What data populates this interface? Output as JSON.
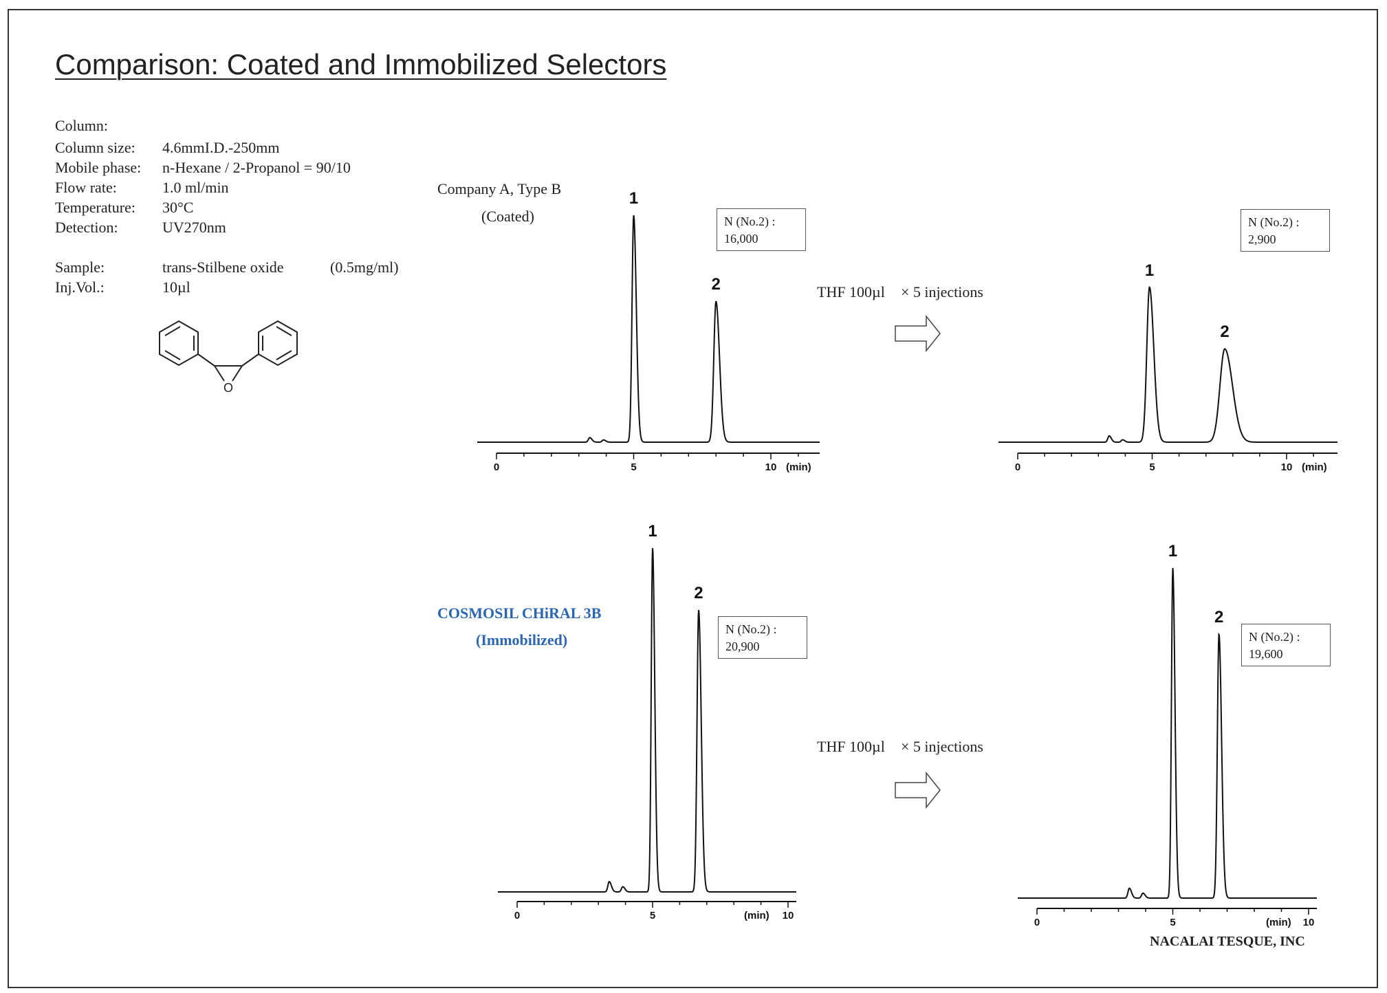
{
  "title": "Comparison: Coated and Immobilized Selectors",
  "conditions": [
    {
      "label": "Column:",
      "value": ""
    },
    {
      "label": "Column size:",
      "value": "4.6mmI.D.-250mm"
    },
    {
      "label": "Mobile phase:",
      "value": "n-Hexane / 2-Propanol  = 90/10"
    },
    {
      "label": "Flow rate:",
      "value": "1.0 ml/min"
    },
    {
      "label": "Temperature:",
      "value": "30°C"
    },
    {
      "label": "Detection:",
      "value": "UV270nm"
    }
  ],
  "sample": {
    "label": "Sample:",
    "value": "trans-Stilbene oxide",
    "conc": "(0.5mg/ml)"
  },
  "injvol": {
    "label": "Inj.Vol.:",
    "value": "10µl"
  },
  "coated": {
    "line1": "Company A,  Type B",
    "line2": "(Coated)"
  },
  "immobilized": {
    "line1": "COSMOSIL CHiRAL 3B",
    "line2": "(Immobilized)",
    "color": "#2a66b3"
  },
  "treatment": {
    "text1": "THF 100µl",
    "text2": "× 5 injections"
  },
  "footer": "NACALAI TESQUE, INC",
  "chart_data": [
    {
      "type": "line",
      "panel": "Company A, Type B (Coated) — before",
      "xlabel": "(min)",
      "xlim": [
        0,
        11.8
      ],
      "x_ticks": [
        0,
        5,
        10
      ],
      "peaks": [
        {
          "label": "1",
          "rt": 5.0,
          "height": 1.0,
          "width": 0.06
        },
        {
          "label": "2",
          "rt": 8.0,
          "height": 0.62,
          "width": 0.08
        }
      ],
      "minor_peaks": [
        {
          "rt": 3.4,
          "height": 0.02
        },
        {
          "rt": 3.9,
          "height": 0.01
        }
      ],
      "plate_number": {
        "label": "N (No.2) :",
        "value": "16,000"
      }
    },
    {
      "type": "line",
      "panel": "Company A, Type B (Coated) — after THF 100µl × 5 injections",
      "xlabel": "(min)",
      "xlim": [
        0,
        11.9
      ],
      "x_ticks": [
        0,
        5,
        10
      ],
      "peaks": [
        {
          "label": "1",
          "rt": 4.9,
          "height": 0.98,
          "width": 0.1
        },
        {
          "label": "2",
          "rt": 7.7,
          "height": 0.59,
          "width": 0.18
        }
      ],
      "minor_peaks": [
        {
          "rt": 3.4,
          "height": 0.04
        },
        {
          "rt": 3.9,
          "height": 0.015
        }
      ],
      "plate_number": {
        "label": "N (No.2) :",
        "value": "2,900"
      }
    },
    {
      "type": "line",
      "panel": "COSMOSIL CHiRAL 3B (Immobilized) — before",
      "xlabel": "(min)",
      "xlim": [
        0,
        10.4
      ],
      "x_ticks": [
        0,
        5,
        10
      ],
      "peaks": [
        {
          "label": "1",
          "rt": 5.0,
          "height": 1.0,
          "width": 0.05
        },
        {
          "label": "2",
          "rt": 6.7,
          "height": 0.82,
          "width": 0.06
        }
      ],
      "minor_peaks": [
        {
          "rt": 3.4,
          "height": 0.03
        },
        {
          "rt": 3.9,
          "height": 0.015
        }
      ],
      "plate_number": {
        "label": "N (No.2) :",
        "value": "20,900"
      }
    },
    {
      "type": "line",
      "panel": "COSMOSIL CHiRAL 3B (Immobilized) — after THF 100µl × 5 injections",
      "xlabel": "(min)",
      "xlim": [
        0,
        10.4
      ],
      "x_ticks": [
        0,
        5,
        10
      ],
      "peaks": [
        {
          "label": "1",
          "rt": 5.0,
          "height": 1.0,
          "width": 0.05
        },
        {
          "label": "2",
          "rt": 6.7,
          "height": 0.8,
          "width": 0.06
        }
      ],
      "minor_peaks": [
        {
          "rt": 3.4,
          "height": 0.03
        },
        {
          "rt": 3.9,
          "height": 0.015
        }
      ],
      "plate_number": {
        "label": "N (No.2) :",
        "value": "19,600"
      }
    }
  ]
}
